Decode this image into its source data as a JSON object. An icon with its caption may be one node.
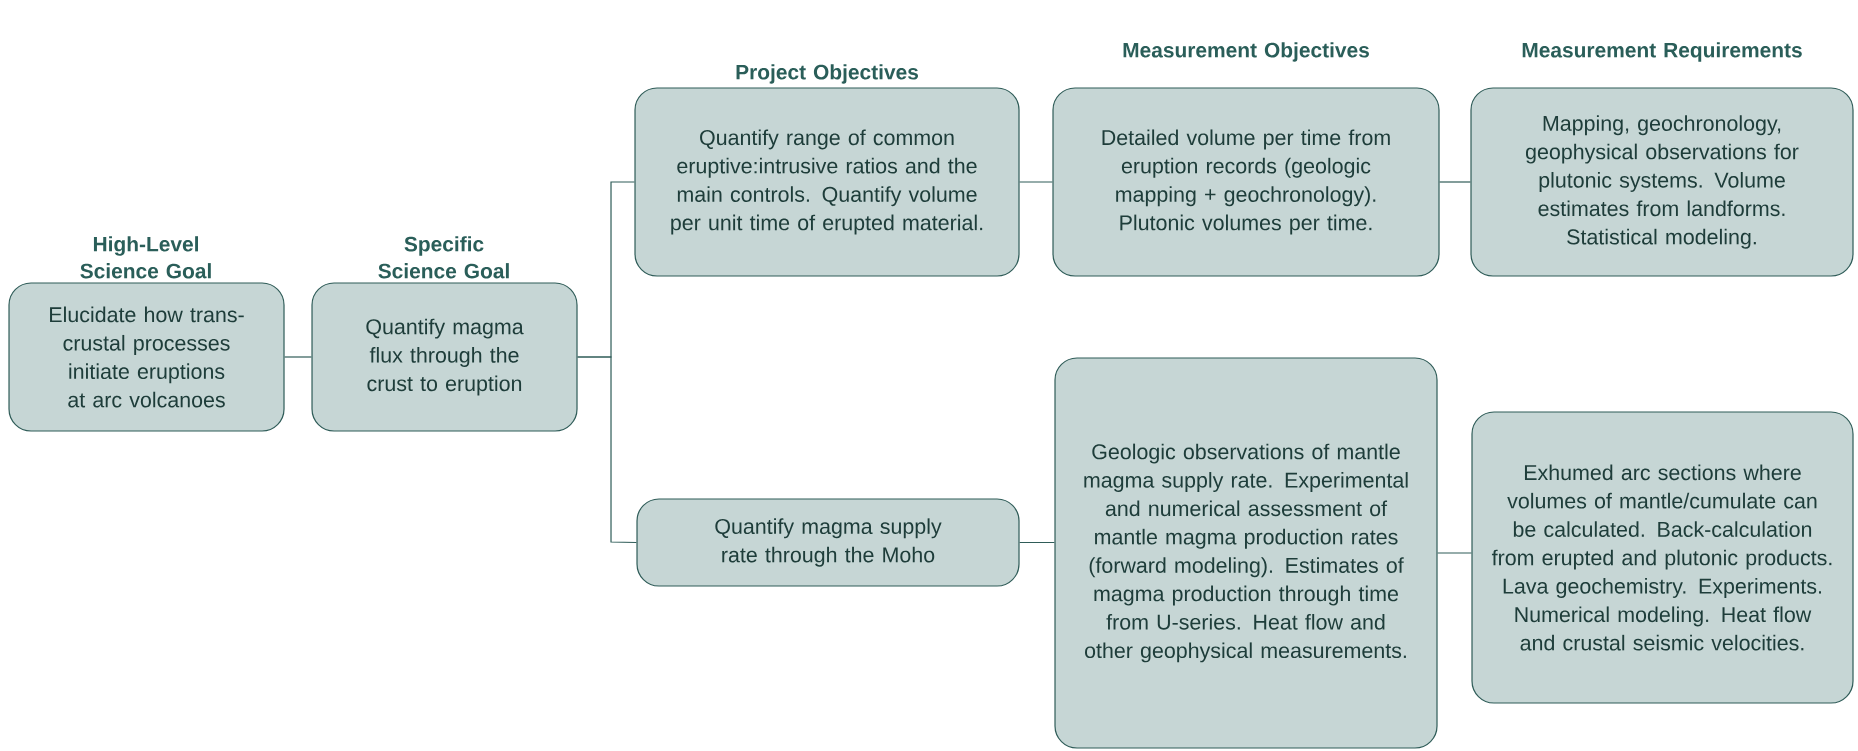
{
  "diagram": {
    "nodes": [
      {
        "text": [
          "Elucidate how trans-crustal processes initiate eruptions at arc volcanoes"
        ]
      },
      {
        "text": [
          "Quantify magma flux through the crust to eruption"
        ]
      },
      {
        "text": [
          "Quantify range of common eruptive:intrusive ratios and the main controls. Quantify volume per unit time of erupted material."
        ]
      },
      {
        "text": [
          "Detailed volume per time from eruption records (geologic mapping + geochronology). Plutonic volumes per time."
        ]
      },
      {
        "text": [
          "Mapping, geochronology, geophysical observations for plutonic systems. Volume estimates from landforms. Statistical modeling."
        ]
      },
      {
        "text": [
          "Quantify magma supply rate through the Moho"
        ]
      },
      {
        "text": [
          "Geologic observations of mantle magma supply rate. Experimental and numerical assessment of mantle magma production rates (forward modeling). Estimates of magma production through time from U-series. Heat flow and other geophysical measurements."
        ]
      },
      {
        "text": [
          "Exhumed arc sections where volumes of mantle/cumulate can be calculated. Back-calculation from erupted and plutonic products. Lava geochemistry. Experiments. Numerical modeling. Heat flow and crustal seismic velocities."
        ]
      }
    ],
    "edges": [
      {
        "from": 0,
        "to": 1,
        "arrow": "none"
      },
      {
        "from": 1,
        "to": 2,
        "arrow": "none"
      },
      {
        "from": 1,
        "to": 5,
        "arrow": "none"
      },
      {
        "from": 2,
        "to": 3,
        "arrow": "none"
      },
      {
        "from": 3,
        "to": 4,
        "arrow": "none"
      },
      {
        "from": 5,
        "to": 6,
        "arrow": "none"
      },
      {
        "from": 6,
        "to": 7,
        "arrow": "none"
      }
    ],
    "labels": [
      "High-Level Science Goal",
      "Specific Science Goal",
      "Project Objectives",
      "Measurement Objectives",
      "Measurement Requirements"
    ]
  }
}
